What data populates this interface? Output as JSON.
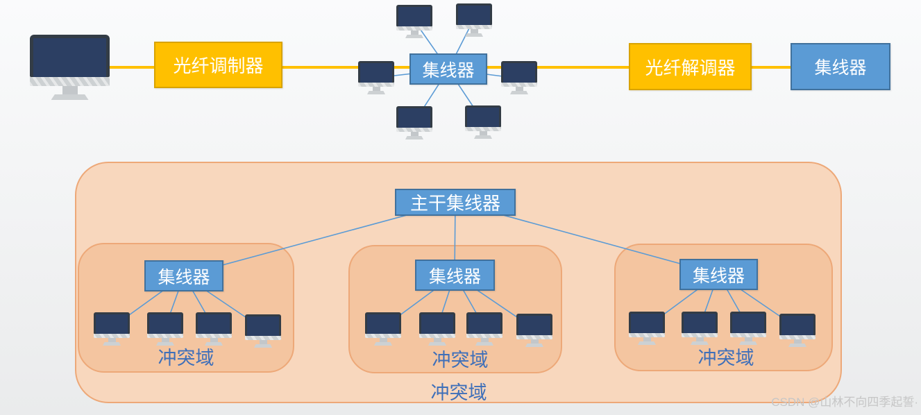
{
  "colors": {
    "accent-yellow": "#FFC000",
    "accent-yellow-border": "#D8A300",
    "accent-blue": "#5B9BD5",
    "accent-blue-border": "#41719C",
    "connector-blue": "#5B9BD5",
    "domain-outer-fill": "#F8D7BD",
    "domain-inner-fill": "#F4C5A0",
    "domain-border": "#EDA878",
    "domain-label-blue": "#3E6FB9",
    "watermark-gray": "#C6C6C6",
    "monitor-frame": "#333C46",
    "monitor-screen": "#2C3F63"
  },
  "top_row": {
    "modulator_label": "光纤调制器",
    "star_hub_label": "集线器",
    "demodulator_label": "光纤解调器",
    "right_hub_label": "集线器"
  },
  "backbone": {
    "hub_label": "主干集线器",
    "outer_domain_label": "冲突域",
    "domains": [
      {
        "hub_label": "集线器",
        "label": "冲突域"
      },
      {
        "hub_label": "集线器",
        "label": "冲突域"
      },
      {
        "hub_label": "集线器",
        "label": "冲突域"
      }
    ]
  },
  "watermark": "CSDN @山林不向四季起誓·"
}
